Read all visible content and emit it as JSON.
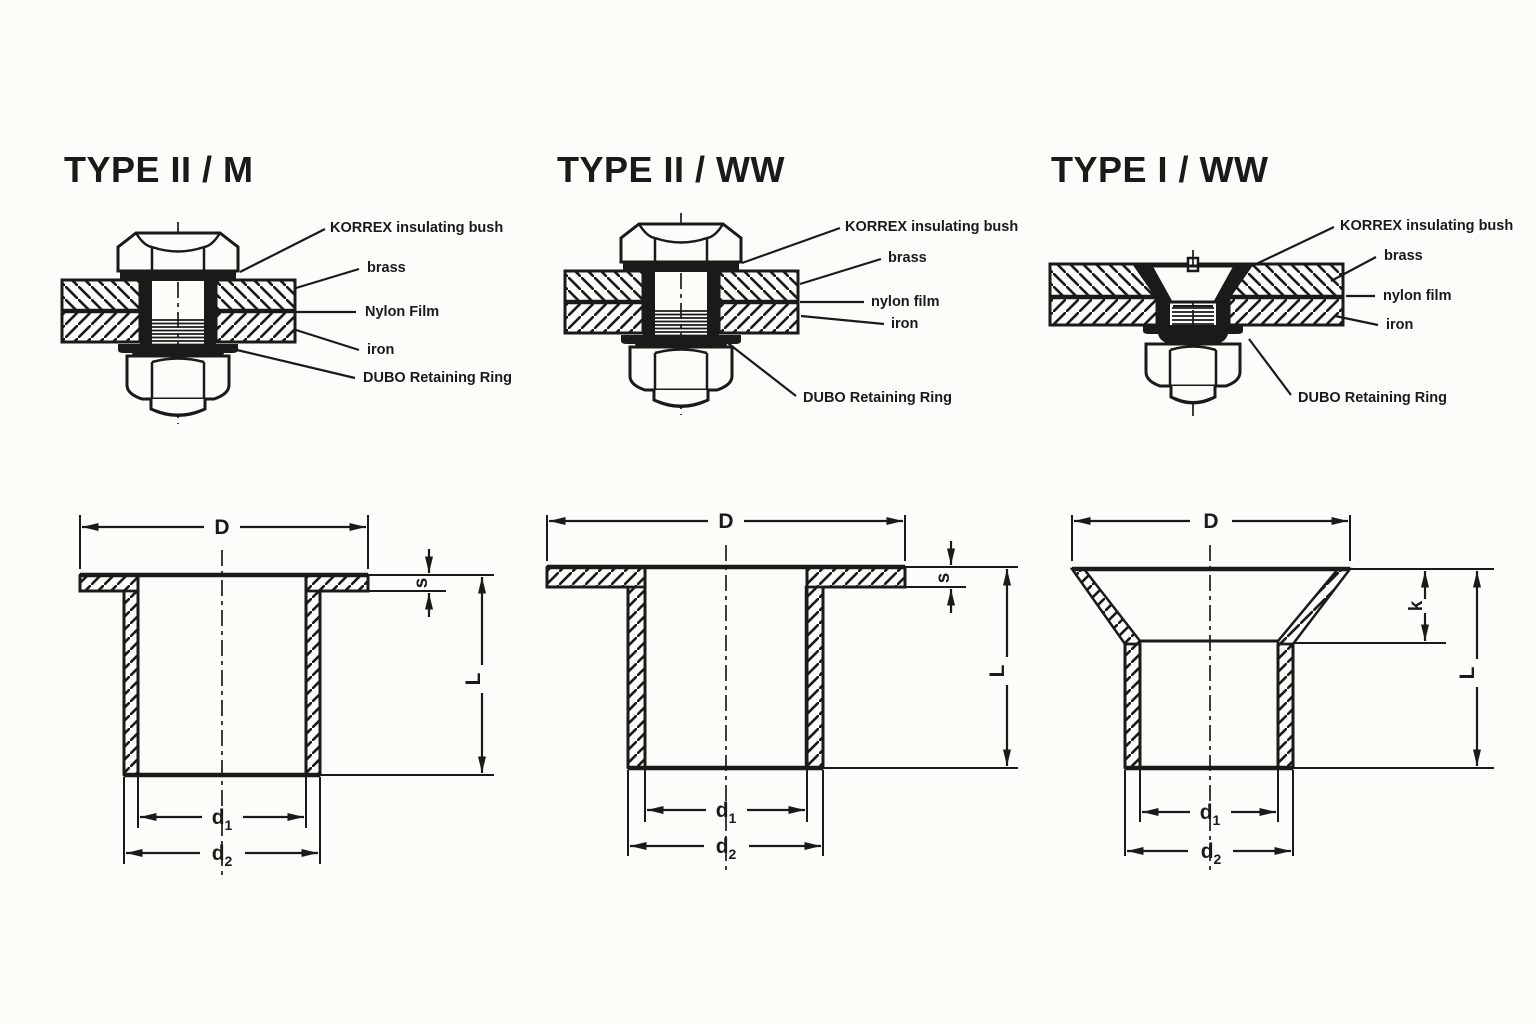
{
  "palette": {
    "ink": "#1a1a1a",
    "paper": "#fcfcf9"
  },
  "sections": [
    {
      "title": "TYPE II / M",
      "labels": {
        "korrex": "KORREX insulating bush",
        "top_plate": "brass",
        "film": "Nylon Film",
        "bottom_plate": "iron",
        "ring": "DUBO Retaining Ring"
      },
      "dims": {
        "width": "D",
        "flange_thickness": "s",
        "length": "L",
        "inner_dia_base": "d",
        "inner_dia_sub": "1",
        "outer_dia_base": "d",
        "outer_dia_sub": "2"
      }
    },
    {
      "title": "TYPE II / WW",
      "labels": {
        "korrex": "KORREX insulating bush",
        "top_plate": "brass",
        "film": "nylon film",
        "bottom_plate": "iron",
        "ring": "DUBO Retaining Ring"
      },
      "dims": {
        "width": "D",
        "flange_thickness": "s",
        "length": "L",
        "inner_dia_base": "d",
        "inner_dia_sub": "1",
        "outer_dia_base": "d",
        "outer_dia_sub": "2"
      }
    },
    {
      "title": "TYPE I / WW",
      "labels": {
        "korrex": "KORREX insulating bush",
        "top_plate": "brass",
        "film": "nylon film",
        "bottom_plate": "iron",
        "ring": "DUBO Retaining Ring"
      },
      "dims": {
        "width": "D",
        "countersink_depth": "k",
        "length": "L",
        "inner_dia_base": "d",
        "inner_dia_sub": "1",
        "outer_dia_base": "d",
        "outer_dia_sub": "2"
      }
    }
  ]
}
